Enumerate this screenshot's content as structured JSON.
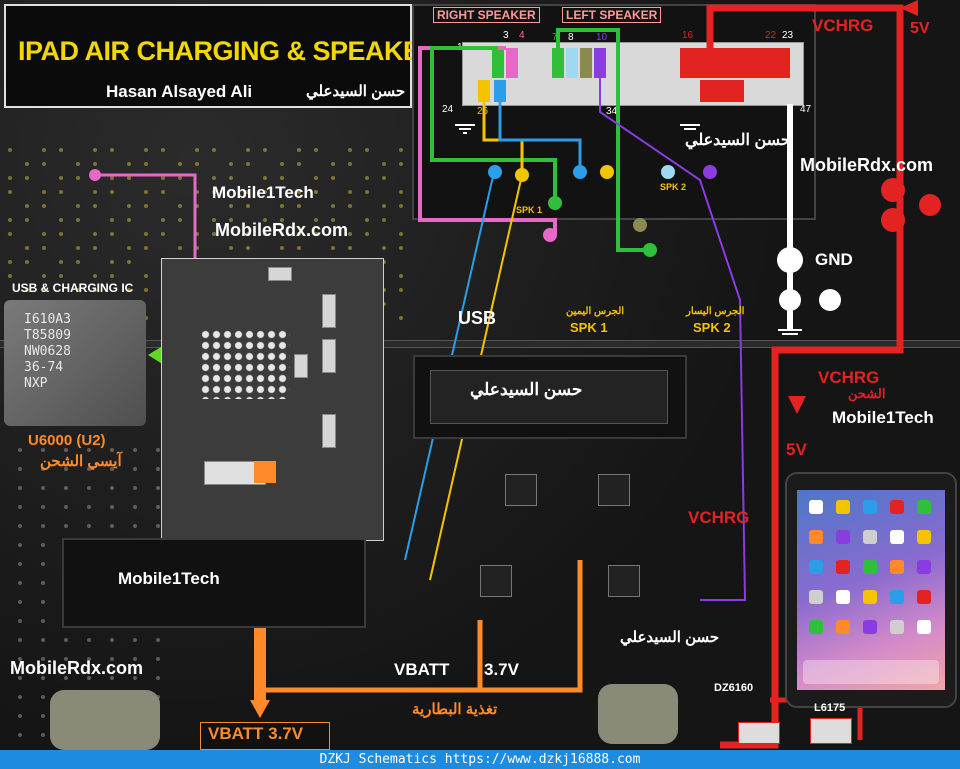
{
  "title": {
    "main": "IPAD AIR CHARGING & SPEAKER WAYS",
    "author": "Hasan Alsayed Ali",
    "author_arabic": "حسن السيدعلي"
  },
  "top_connector": {
    "right_speaker": "RIGHT SPEAKER",
    "left_speaker": "LEFT SPEAKER",
    "pins": [
      "1",
      "3",
      "4",
      "7",
      "8",
      "10",
      "16",
      "22",
      "23",
      "24",
      "26",
      "34",
      "47"
    ],
    "signature_arabic": "حسن السيدعلي"
  },
  "labels": {
    "vchrg_top": "VCHRG",
    "fivev_top": "5V",
    "mobilerdx_right": "MobileRdx.com",
    "gnd": "GND",
    "mobile1tech_top": "Mobile1Tech",
    "mobilerdx_mid": "MobileRdx.com",
    "usb_charging_ic": "USB & CHARGING IC",
    "ic_marking": "I610A3\nT85809\nNW0628\n36-74\nNXP",
    "u6000": "U6000 (U2)",
    "u6000_arabic": "آيسي الشحن",
    "usb": "USB",
    "spk1": "SPK 1",
    "spk1_arabic": "الجرس اليمين",
    "spk2": "SPK 2",
    "spk2_arabic": "الجرس اليسار",
    "spk1_small": "SPK 1",
    "spk2_small": "SPK 2",
    "vchrg_mid": "VCHRG",
    "vchrg_mid_arabic": "الشحن",
    "mobile1tech_right": "Mobile1Tech",
    "fivev_mid": "5V",
    "connector_arabic": "حسن السيدعلي",
    "vchrg_low": "VCHRG",
    "mobile1tech_left": "Mobile1Tech",
    "mobilerdx_left": "MobileRdx.com",
    "signature_low_arabic": "حسن السيدعلي",
    "vbatt": "VBATT",
    "vbatt_value": "3.7V",
    "vbatt_arabic": "تغذية البطارية",
    "vbatt_bottom": "VBATT 3.7V",
    "dz6160": "DZ6160",
    "l6175": "L6175"
  },
  "footer": {
    "text": "DZKJ Schematics https://www.dzkj16888.com"
  },
  "colors": {
    "vchrg_red": "#e32222",
    "vbatt_orange": "#ff8a2a",
    "gnd_white": "#ffffff",
    "usb_pink": "#e868c8",
    "spk_green": "#2fbf3a",
    "spk_yellow": "#f5c400",
    "spk_blue": "#2a9ee8",
    "spk_purple": "#8a3ce0",
    "title_yellow": "#f2d800"
  }
}
